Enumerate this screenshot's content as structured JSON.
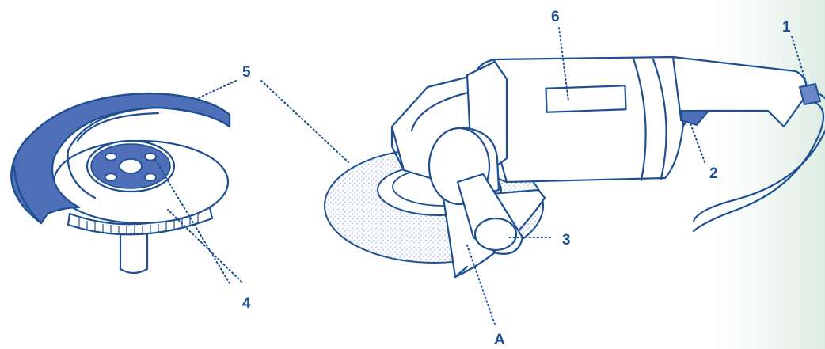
{
  "callouts": {
    "label_1": "1",
    "label_2": "2",
    "label_3": "3",
    "label_4": "4",
    "label_5": "5",
    "label_6": "6",
    "label_A": "A"
  },
  "colors": {
    "ink": "#1d4f91",
    "guard_fill": "#4f6fb8",
    "disc_speckle": "#9fb3d8",
    "background_tint": "#e6f1ea"
  }
}
